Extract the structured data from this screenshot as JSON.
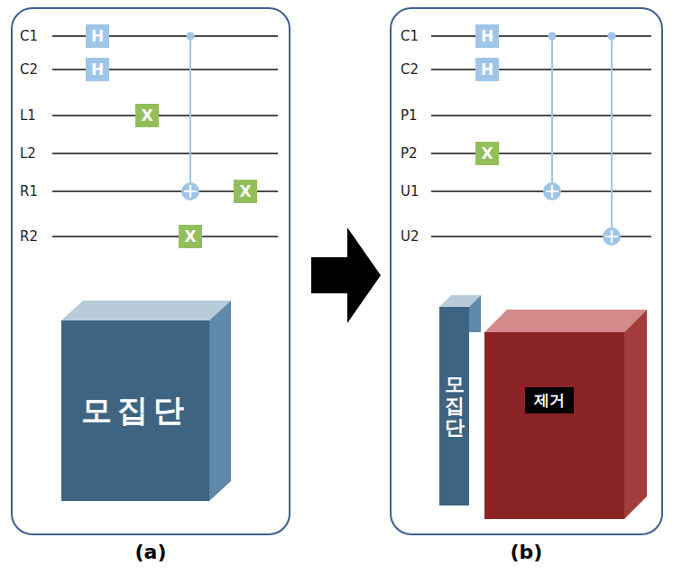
{
  "diagram": {
    "nodes": [
      {
        "text": [
          "(a)"
        ]
      },
      {
        "text": [
          "H"
        ],
        "in": 0
      },
      {
        "text": [
          "H"
        ],
        "in": 0
      },
      {
        "text": [
          "X"
        ],
        "in": 0
      },
      {
        "text": [
          "X"
        ],
        "in": 0
      },
      {
        "text": [
          "X"
        ],
        "in": 0
      },
      {
        "text": [
          "모집단"
        ],
        "in": 0
      },
      {
        "text": [
          "(b)"
        ]
      },
      {
        "text": [
          "H"
        ],
        "in": 7
      },
      {
        "text": [
          "H"
        ],
        "in": 7
      },
      {
        "text": [
          "X"
        ],
        "in": 7
      },
      {
        "text": [
          "모집단"
        ],
        "in": 7
      },
      {
        "text": [
          "제거"
        ],
        "in": 7
      }
    ],
    "labels": [
      "C1",
      "C2",
      "L1",
      "L2",
      "R1",
      "R2",
      "C1",
      "C2",
      "P1",
      "P2",
      "U1",
      "U2"
    ]
  }
}
